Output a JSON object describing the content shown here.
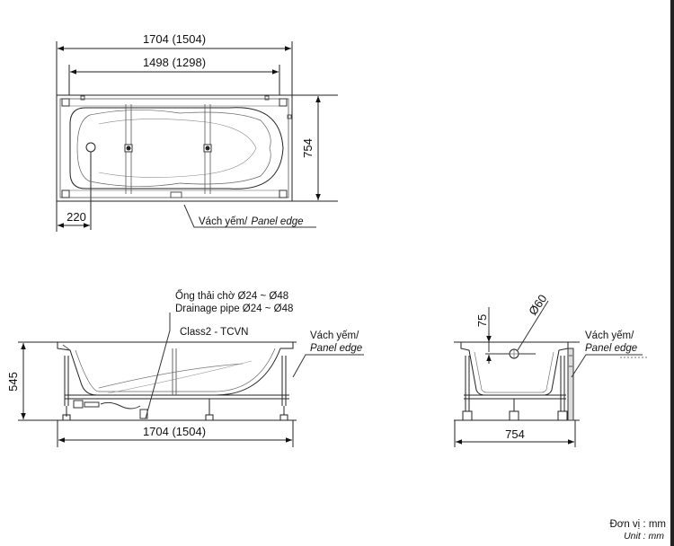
{
  "top_view": {
    "overall_length": "1704 (1504)",
    "inner_length": "1498 (1298)",
    "width": "754",
    "drain_offset": "220",
    "panel_edge_vn": "Vách yếm/",
    "panel_edge_en": "Panel edge"
  },
  "side_view": {
    "drain_pipe_vn": "Ống thải chờ Ø24 ~ Ø48",
    "drain_pipe_en": "Drainage pipe Ø24 ~ Ø48",
    "class_label": "Class2 - TCVN",
    "height": "545",
    "overall_length": "1704 (1504)",
    "panel_edge_vn": "Vách yếm/",
    "panel_edge_en": "Panel edge"
  },
  "end_view": {
    "overflow_height": "75",
    "overflow_diameter": "Ø60",
    "width": "754",
    "panel_edge_vn": "Vách yếm/",
    "panel_edge_en": "Panel edge"
  },
  "units": {
    "vn": "Đơn vị : mm",
    "en": "Unit : mm"
  }
}
